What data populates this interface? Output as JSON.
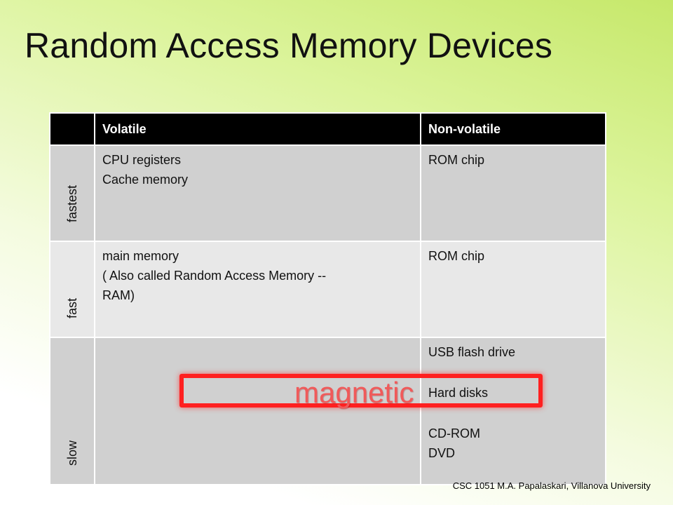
{
  "slide": {
    "title": "Random Access Memory Devices",
    "footer": "CSC 1051 M.A. Papalaskari, Villanova University",
    "overlay_text": "magnetic"
  },
  "table": {
    "headers": [
      "",
      "Volatile",
      "Non-volatile"
    ],
    "rows": [
      {
        "label": "fastest",
        "volatile": [
          "CPU registers",
          "Cache memory"
        ],
        "nonvolatile": [
          "ROM chip"
        ]
      },
      {
        "label": "fast",
        "volatile": [
          "main memory",
          "( Also called Random Access Memory --",
          "RAM)"
        ],
        "nonvolatile": [
          "ROM chip"
        ]
      },
      {
        "label": "slow",
        "volatile": [],
        "nonvolatile": [
          "USB flash drive",
          "Hard disks",
          "CD-ROM",
          "DVD"
        ]
      }
    ]
  },
  "colors": {
    "header_bg": "#000000",
    "highlight_border": "#ff2020",
    "overlay_text": "#f05a5a"
  }
}
